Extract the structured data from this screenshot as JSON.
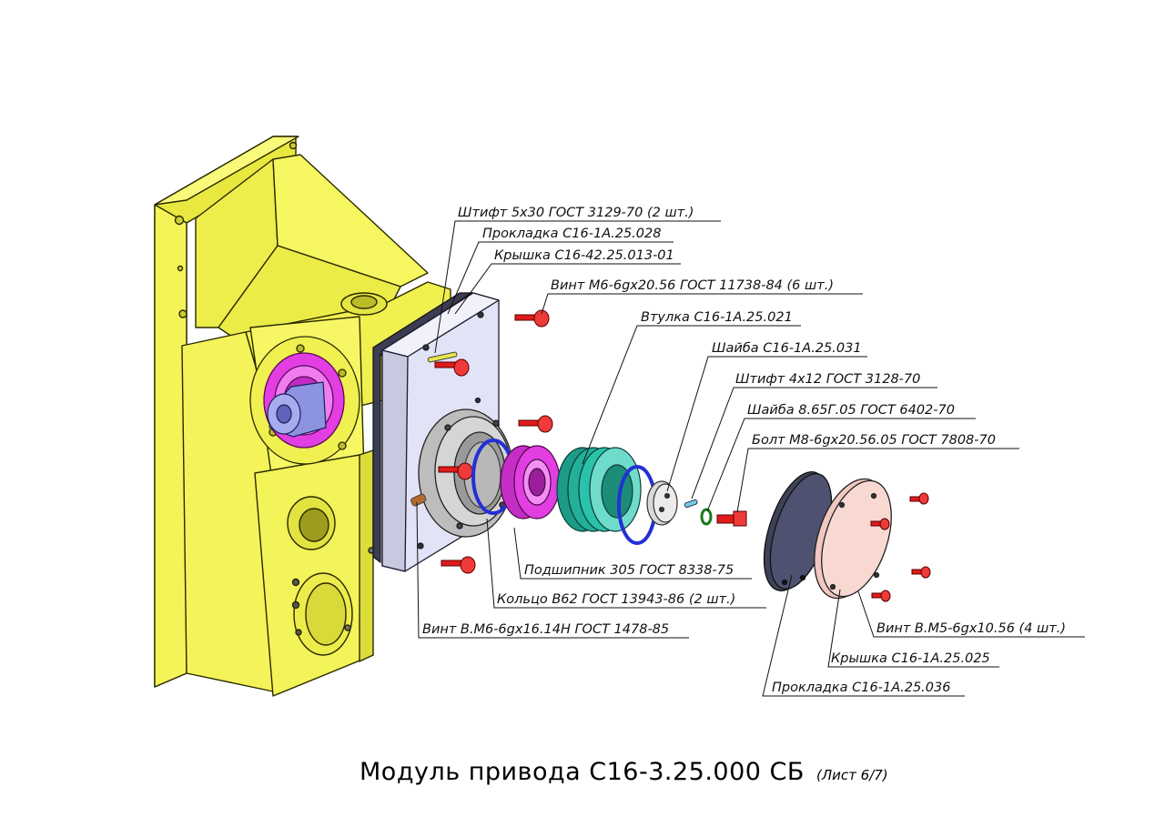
{
  "title": {
    "main": "Модуль привода С16-3.25.000 СБ",
    "sheet": "(Лист 6/7)"
  },
  "callouts": [
    "Штифт 5х30 ГОСТ 3129-70 (2 шт.)",
    "Прокладка С16-1А.25.028",
    "Крышка С16-42.25.013-01",
    "Винт М6-6gх20.56 ГОСТ 11738-84 (6 шт.)",
    "Втулка С16-1А.25.021",
    "Шайба С16-1А.25.031",
    "Штифт 4х12 ГОСТ 3128-70",
    "Шайба 8.65Г.05 ГОСТ 6402-70",
    "Болт М8-6gх20.56.05 ГОСТ 7808-70",
    "Подшипник 305 ГОСТ 8338-75",
    "Кольцо В62 ГОСТ 13943-86 (2 шт.)",
    "Винт В.М6-6gх16.14Н ГОСТ 1478-85",
    "Винт В.М5-6gх10.56 (4 шт.)",
    "Крышка С16-1А.25.025",
    "Прокладка С16-1А.25.036"
  ],
  "colors": {
    "housing": "#f2f24a",
    "housing_edge": "#2a2a00",
    "cover_plate": "#e3e3f7",
    "gasket_dark": "#3c3c52",
    "bearing": "#e23ee2",
    "bushing": "#23b09a",
    "retaining_ring": "#2330d6",
    "screw": "#e01b1b",
    "end_cover": "#f8d9d2",
    "end_gasket": "#3e4258",
    "shaft": "#8c93e0"
  }
}
